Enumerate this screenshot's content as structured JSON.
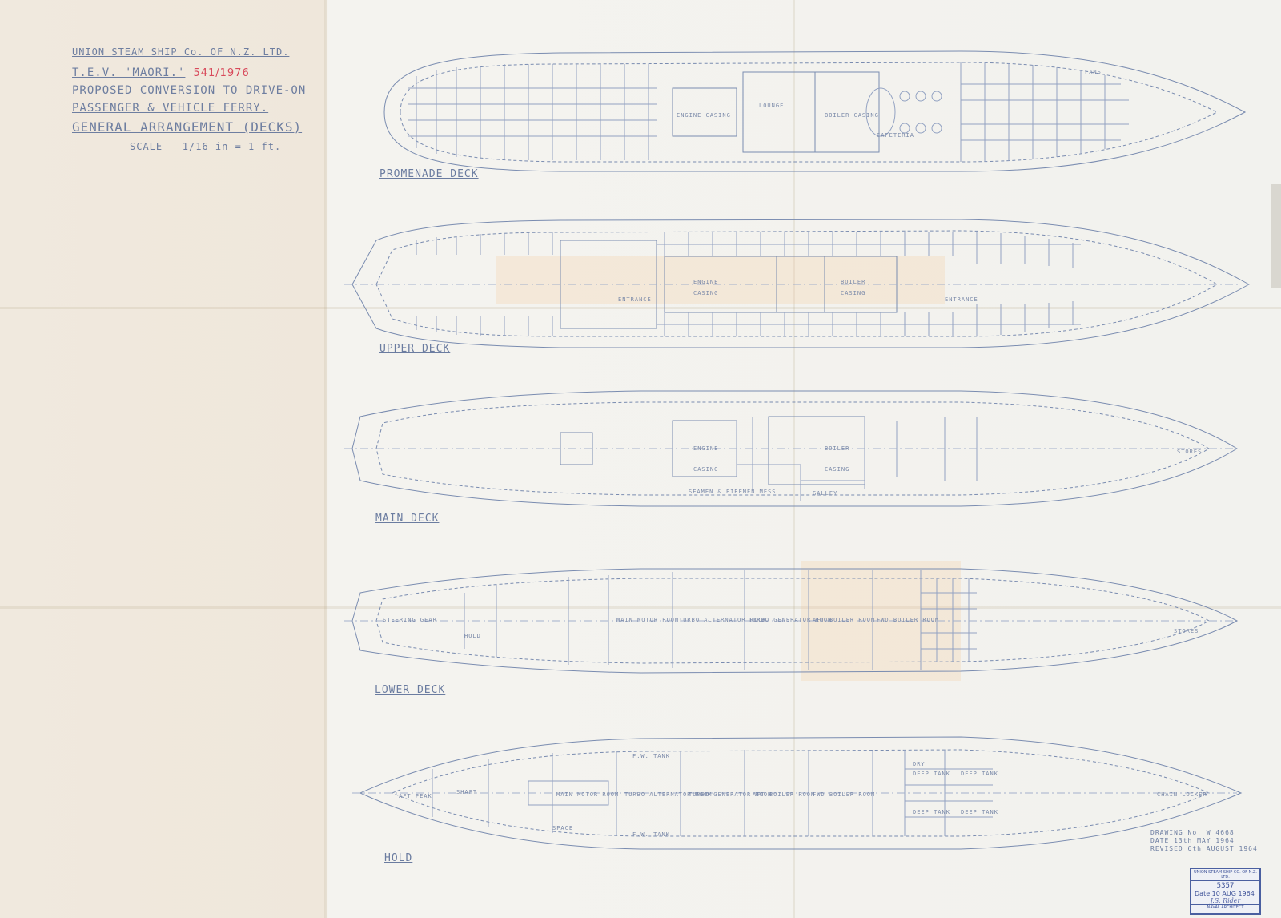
{
  "title_block": {
    "company": "UNION STEAM SHIP Co. OF N.Z. LTD.",
    "ship": "T.E.V. 'MAORI.'",
    "reference": "541/1976",
    "proposal_line1": "PROPOSED CONVERSION TO DRIVE-ON",
    "proposal_line2": "PASSENGER & VEHICLE FERRY.",
    "subject": "GENERAL ARRANGEMENT (DECKS)",
    "scale": "SCALE - 1/16 in = 1 ft."
  },
  "decks": {
    "promenade": "PROMENADE DECK",
    "upper": "UPPER DECK",
    "main": "MAIN DECK",
    "lower": "LOWER DECK",
    "hold": "HOLD"
  },
  "labels": {
    "engine_casing": "ENGINE CASING",
    "boiler_casing": "BOILER CASING",
    "lounge": "LOUNGE",
    "cafeteria": "CAFETERIA",
    "fans": "FANS",
    "engine": "ENGINE",
    "casing": "CASING",
    "boiler": "BOILER",
    "entrance": "ENTRANCE",
    "galley": "GALLEY",
    "seamen_firemen_mess": "SEAMEN & FIREMEN MESS",
    "stores": "STORES",
    "main_motor_room": "MAIN MOTOR ROOM",
    "turbo_alternator_room": "TURBO ALTERNATOR ROOM",
    "turbo_generator_room": "TURBO GENERATOR ROOM",
    "aft_boiler_room": "AFT BOILER ROOM",
    "fwd_boiler_room": "FWD BOILER ROOM",
    "steering_gear": "STEERING GEAR",
    "hold": "HOLD",
    "aft_peak": "AFT PEAK",
    "shaft": "SHAFT",
    "space": "SPACE",
    "deep_tank": "DEEP TANK",
    "dry": "DRY",
    "fw_tank": "F.W. TANK",
    "chain_locker": "CHAIN LOCKER"
  },
  "drawing_info": {
    "number": "DRAWING No. W 4668",
    "date": "DATE 13th MAY 1964",
    "revised": "REVISED 6th AUGUST 1964"
  },
  "stamp": {
    "header": "UNION STEAM SHIP CO. OF N.Z. LTD.",
    "number": "5357",
    "date": "Date 10 AUG 1964",
    "signature": "J.S. Rider",
    "footer": "NAVAL ARCHITECT"
  },
  "colors": {
    "ink": "#6f82a8",
    "paper": "#f2f2ee",
    "stamp": "#4a5fa0",
    "reference_red": "#d84a5b"
  }
}
